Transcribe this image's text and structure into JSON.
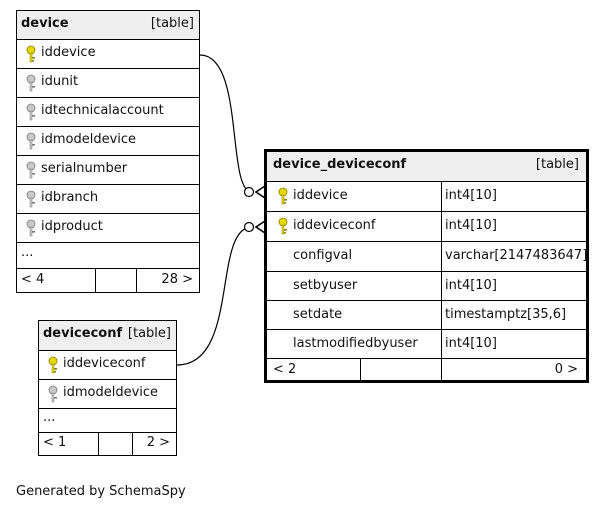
{
  "tables": {
    "device": {
      "name": "device",
      "kind": "[table]",
      "columns": [
        {
          "name": "iddevice",
          "key": "primary"
        },
        {
          "name": "idunit",
          "key": "foreign"
        },
        {
          "name": "idtechnicalaccount",
          "key": "foreign"
        },
        {
          "name": "idmodeldevice",
          "key": "foreign"
        },
        {
          "name": "serialnumber",
          "key": "foreign"
        },
        {
          "name": "idbranch",
          "key": "foreign"
        },
        {
          "name": "idproduct",
          "key": "foreign"
        }
      ],
      "ellipsis": "...",
      "footer_left": "< 4",
      "footer_right": "28 >"
    },
    "device_deviceconf": {
      "name": "device_deviceconf",
      "kind": "[table]",
      "columns": [
        {
          "name": "iddevice",
          "type": "int4[10]",
          "key": "primary"
        },
        {
          "name": "iddeviceconf",
          "type": "int4[10]",
          "key": "primary"
        },
        {
          "name": "configval",
          "type": "varchar[2147483647]",
          "key": "none"
        },
        {
          "name": "setbyuser",
          "type": "int4[10]",
          "key": "none"
        },
        {
          "name": "setdate",
          "type": "timestamptz[35,6]",
          "key": "none"
        },
        {
          "name": "lastmodifiedbyuser",
          "type": "int4[10]",
          "key": "none"
        }
      ],
      "footer_left": "< 2",
      "footer_right": "0 >"
    },
    "deviceconf": {
      "name": "deviceconf",
      "kind": "[table]",
      "columns": [
        {
          "name": "iddeviceconf",
          "key": "primary"
        },
        {
          "name": "idmodeldevice",
          "key": "foreign"
        }
      ],
      "ellipsis": "...",
      "footer_left": "< 1",
      "footer_right": "2 >"
    }
  },
  "colors": {
    "primary_key": "#e6d800",
    "foreign_key": "#9e9e9e",
    "header_bg": "#efefef"
  },
  "credit": "Generated by SchemaSpy"
}
